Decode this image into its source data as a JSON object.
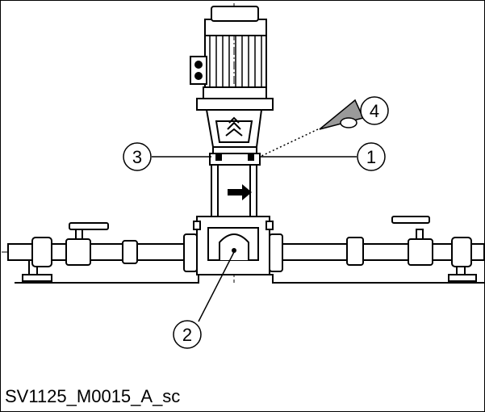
{
  "caption": "SV1125_M0015_A_sc",
  "callouts": [
    {
      "id": "1",
      "label": "1"
    },
    {
      "id": "2",
      "label": "2"
    },
    {
      "id": "3",
      "label": "3"
    },
    {
      "id": "4",
      "label": "4"
    }
  ],
  "colors": {
    "stroke": "#000000",
    "fill_gray": "#9a9a9a",
    "background": "#ffffff"
  }
}
